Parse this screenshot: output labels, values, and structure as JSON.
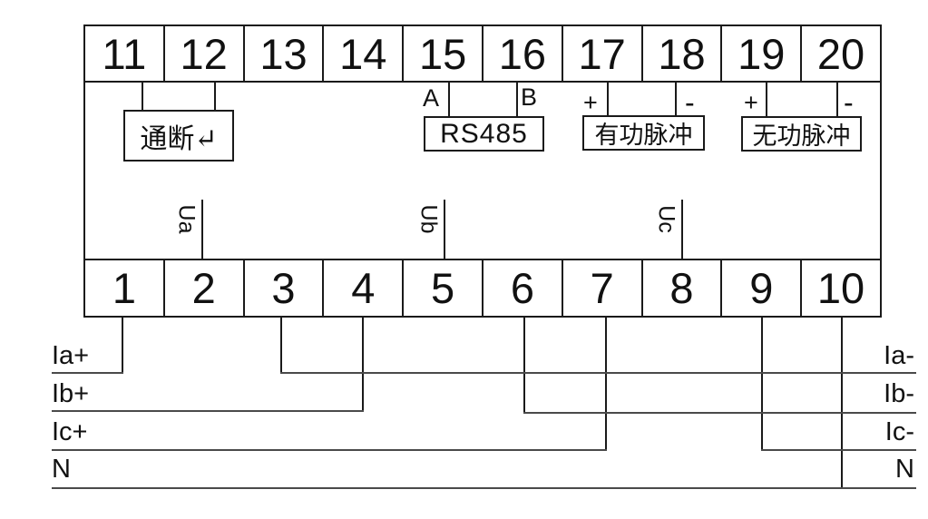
{
  "terminals": {
    "top": [
      "11",
      "12",
      "13",
      "14",
      "15",
      "16",
      "17",
      "18",
      "19",
      "20"
    ],
    "bottom": [
      "1",
      "2",
      "3",
      "4",
      "5",
      "6",
      "7",
      "8",
      "9",
      "10"
    ]
  },
  "relay": {
    "label": "通断↵"
  },
  "rs485": {
    "label": "RS485",
    "pin_a": "A",
    "pin_b": "B"
  },
  "active_pulse": {
    "label": "有功脉冲",
    "plus": "+",
    "minus": "-"
  },
  "reactive_pulse": {
    "label": "无功脉冲",
    "plus": "+",
    "minus": "-"
  },
  "voltage_taps": {
    "ua": "Ua",
    "ub": "Ub",
    "uc": "Uc"
  },
  "wires": {
    "left": [
      "Ia+",
      "Ib+",
      "Ic+",
      "N"
    ],
    "right": [
      "Ia-",
      "Ib-",
      "Ic-",
      "N"
    ]
  },
  "colors": {
    "line": "#1a1a1a",
    "wire": "#4a4a4a"
  }
}
